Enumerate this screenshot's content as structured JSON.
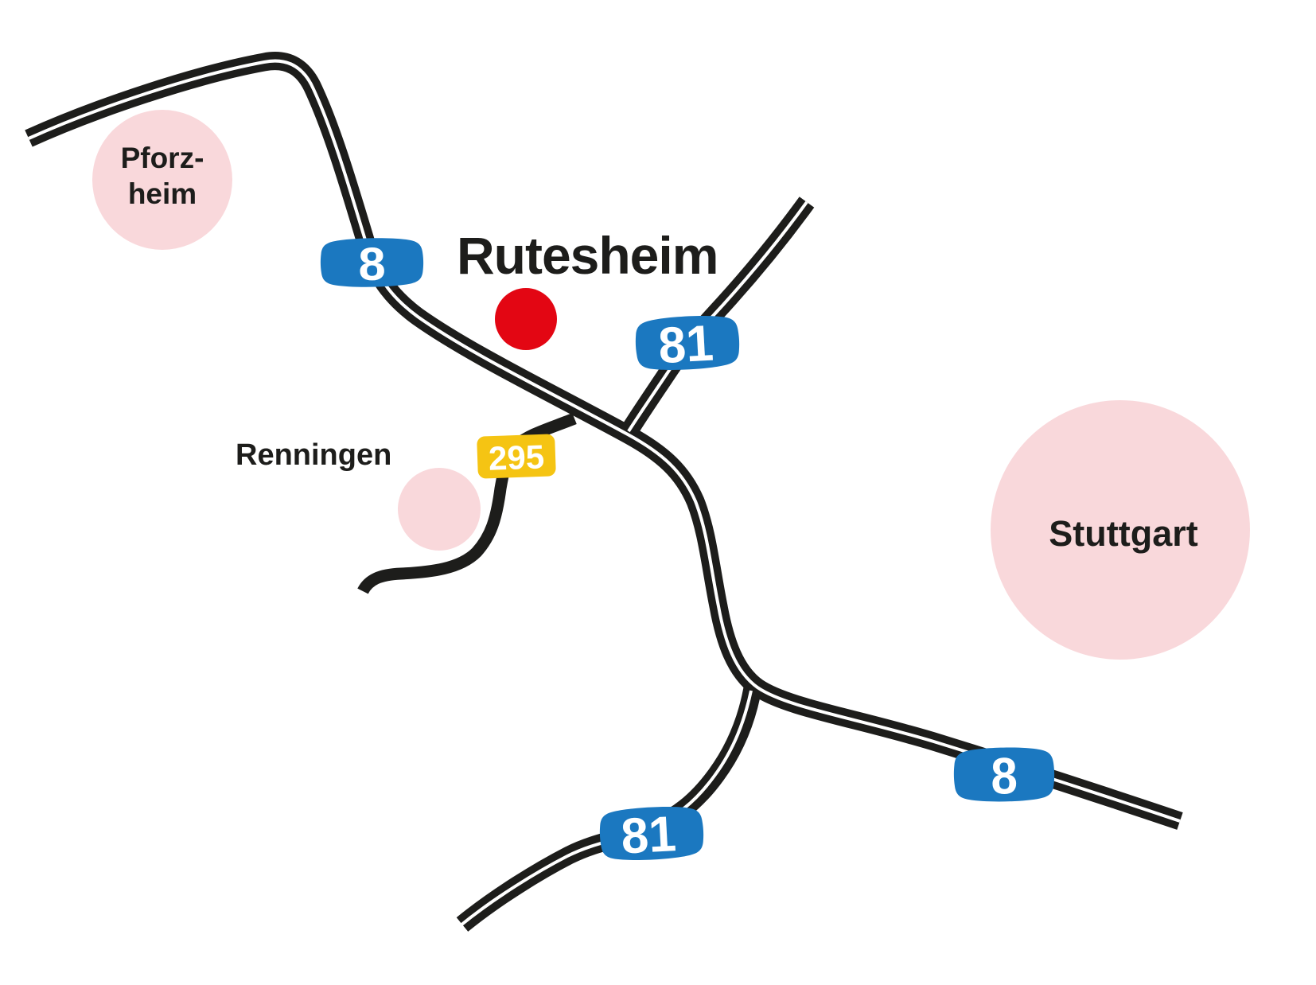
{
  "map": {
    "marker": {
      "label": "Rutesheim"
    },
    "cities": [
      {
        "id": "pforzheim",
        "line1": "Pforz-",
        "line2": "heim"
      },
      {
        "id": "renningen",
        "label": "Renningen"
      },
      {
        "id": "stuttgart",
        "label": "Stuttgart"
      }
    ],
    "badges": [
      {
        "id": "a8-north",
        "type": "autobahn",
        "number": "8"
      },
      {
        "id": "a81-north",
        "type": "autobahn",
        "number": "81"
      },
      {
        "id": "b295",
        "type": "bundesstrasse",
        "number": "295"
      },
      {
        "id": "a81-south",
        "type": "autobahn",
        "number": "81"
      },
      {
        "id": "a8-south",
        "type": "autobahn",
        "number": "8"
      }
    ],
    "colors": {
      "road": "#1d1d1b",
      "road_centerline": "#ffffff",
      "autobahn_blue": "#1b78c0",
      "bundesstrasse_yellow": "#f5c413",
      "city_pink": "#f9d8db",
      "marker_red": "#e30613",
      "badge_text": "#ffffff",
      "label_black": "#1d1d1b"
    }
  }
}
